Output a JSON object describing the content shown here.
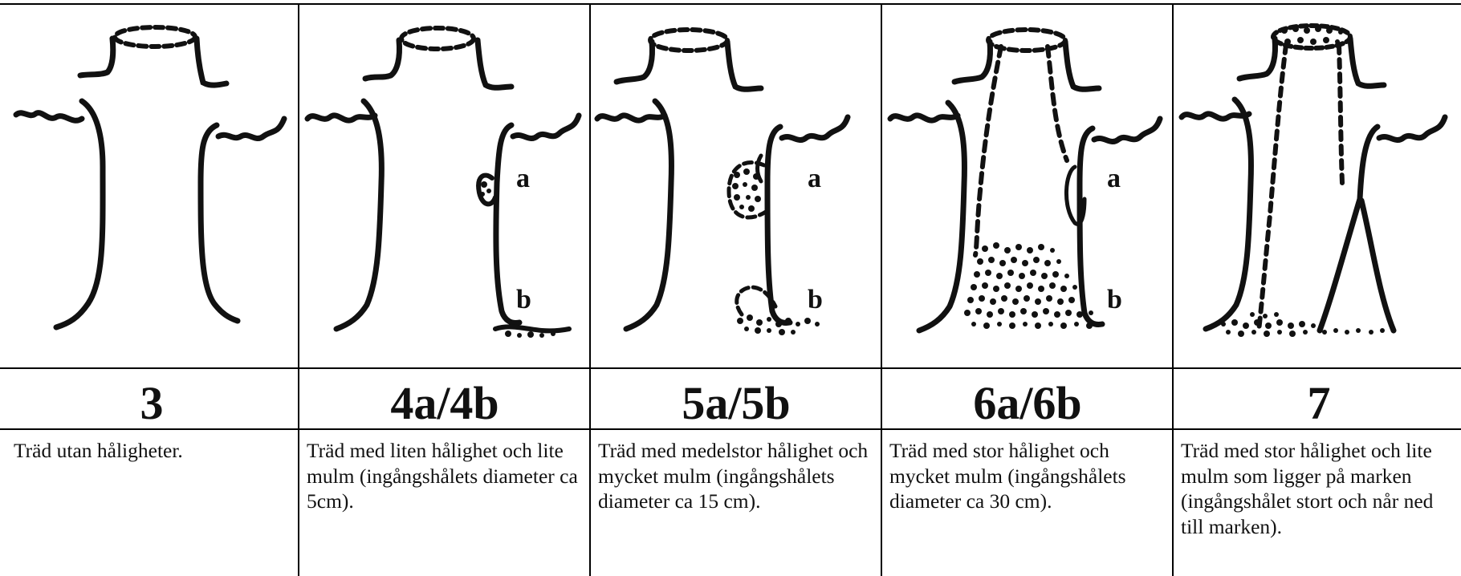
{
  "panels": [
    {
      "stage": "3",
      "description": "Träd utan håligheter.",
      "labels": []
    },
    {
      "stage": "4a/4b",
      "description": "Träd med liten hålighet och lite mulm (ingångshålets diameter ca 5cm).",
      "labels": [
        "a",
        "b"
      ]
    },
    {
      "stage": "5a/5b",
      "description": "Träd med medelstor hålighet och mycket mulm (ingångshålets diameter ca 15 cm).",
      "labels": [
        "a",
        "b"
      ]
    },
    {
      "stage": "6a/6b",
      "description": "Träd med stor hålighet och mycket mulm (ingångshålets diameter ca 30 cm).",
      "labels": [
        "a",
        "b"
      ]
    },
    {
      "stage": "7",
      "description": "Träd med stor hålighet och lite mulm som ligger på marken (ingångshålet stort och når ned till marken).",
      "labels": []
    }
  ]
}
